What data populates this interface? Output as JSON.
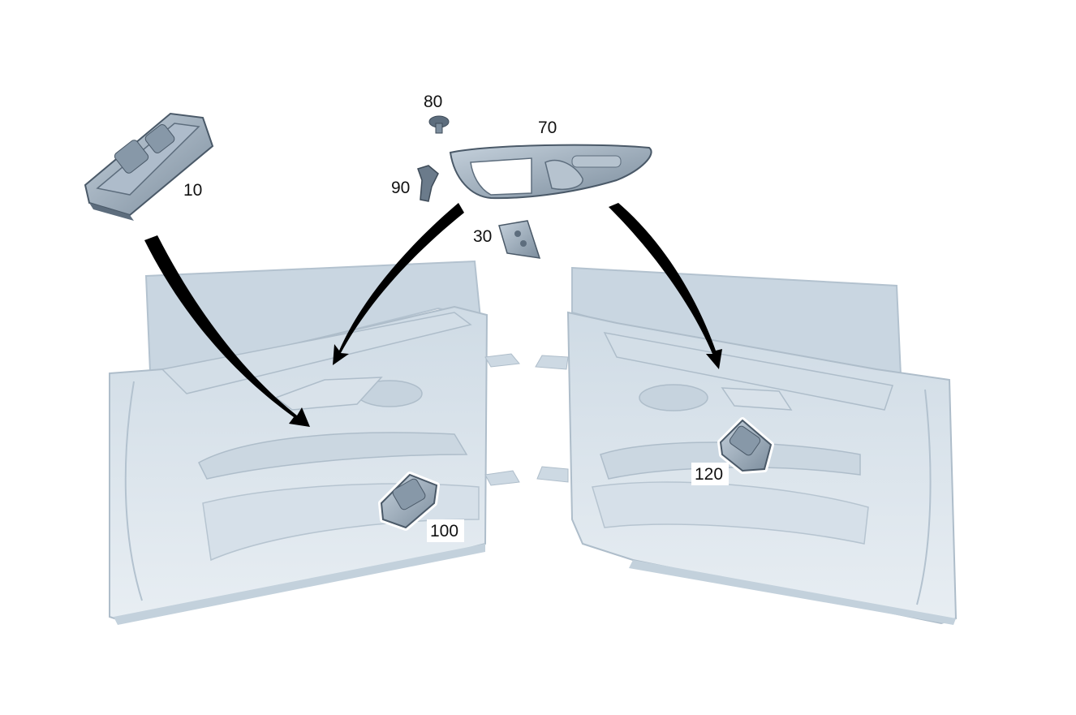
{
  "diagram": {
    "callouts": {
      "part_10": "10",
      "part_30": "30",
      "part_70": "70",
      "part_80": "80",
      "part_90": "90",
      "part_100": "100",
      "part_120": "120"
    },
    "colors": {
      "door_fill": "#dde6ee",
      "door_shade": "#c3d1dc",
      "door_line": "#aebdca",
      "part_fill": "#9fb0c0",
      "part_dark": "#5d6d7d",
      "part_line": "#4a5968",
      "arrow": "#000000",
      "label_text": "#111111"
    }
  }
}
